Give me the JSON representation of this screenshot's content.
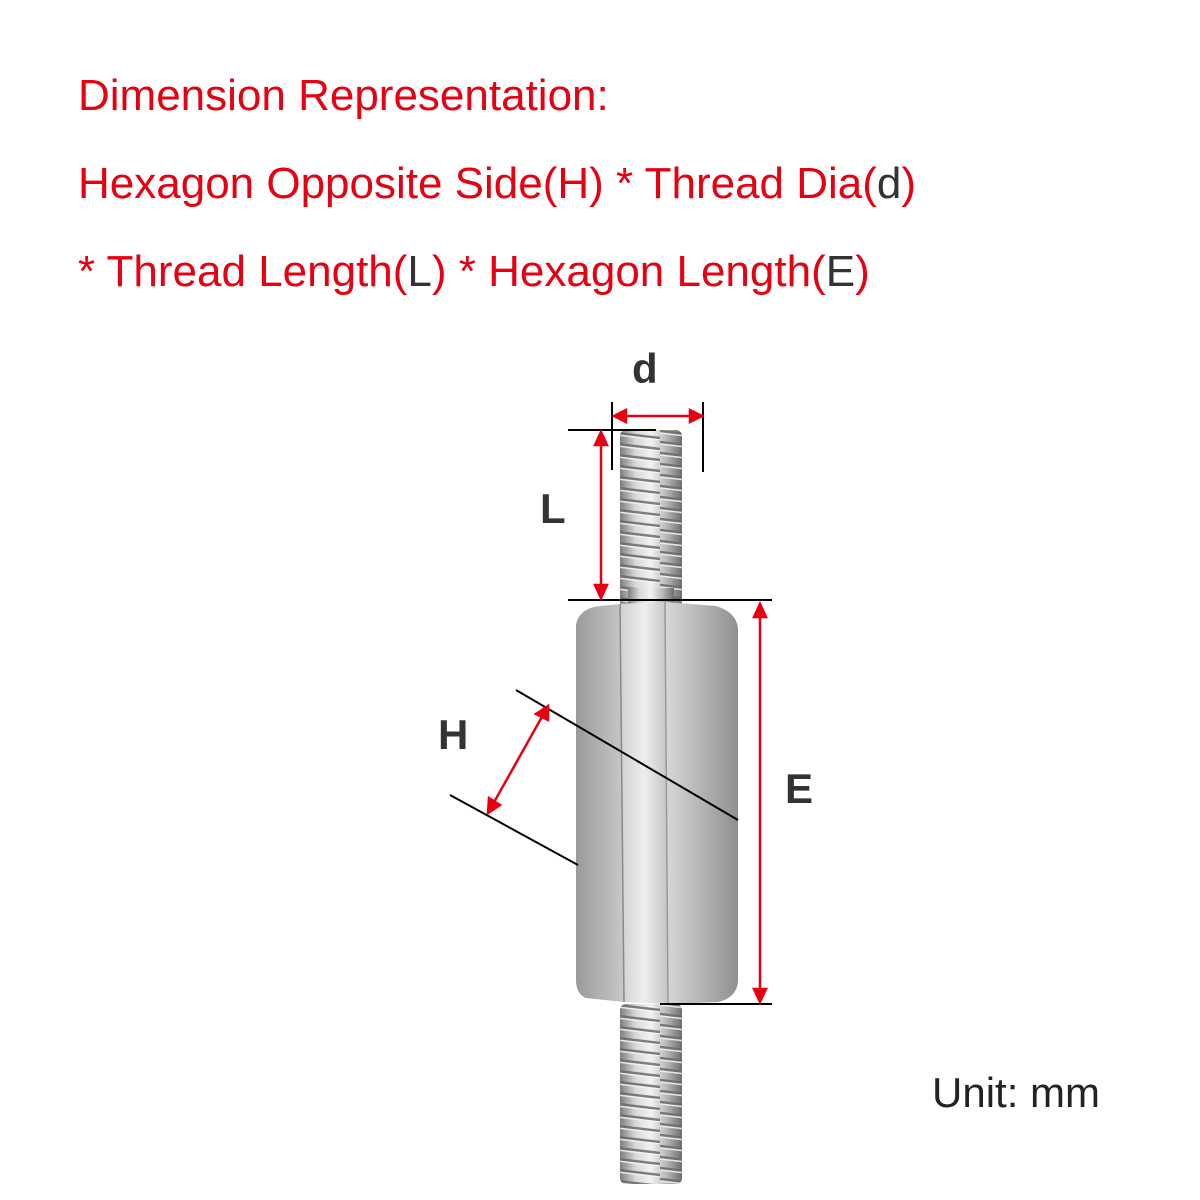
{
  "heading": {
    "line1": "Dimension Representation:",
    "line2_text": "Hexagon Opposite Side(H) * Thread Dia(",
    "line2_var": "d",
    "line2_end": ")",
    "line3_start": "* Thread Length(",
    "line3_var1": "L",
    "line3_mid": ") * Hexagon Length(",
    "line3_var2": "E",
    "line3_end": ")"
  },
  "labels": {
    "d": "d",
    "L": "L",
    "H": "H",
    "E": "E"
  },
  "unit": "Unit: mm",
  "colors": {
    "heading": "#e60012",
    "dimension_arrow": "#e60012",
    "label": "#333333"
  }
}
